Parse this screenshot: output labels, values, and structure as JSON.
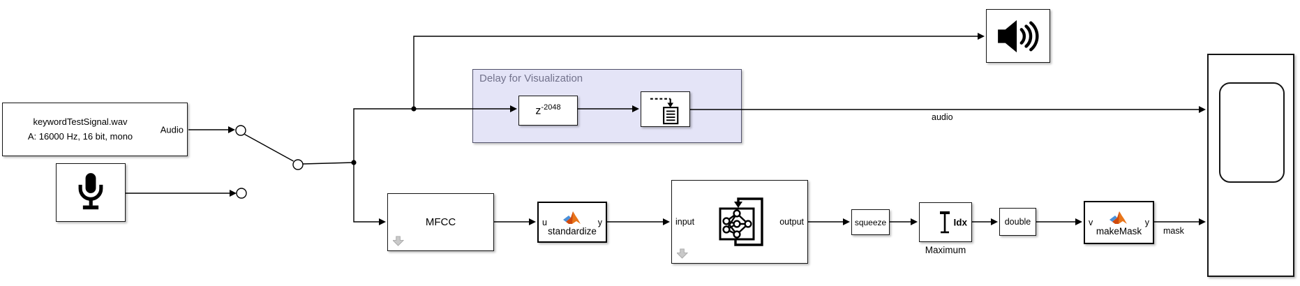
{
  "colors": {
    "background": "#ffffff",
    "wire": "#000000",
    "block_border": "#141414",
    "block_fill": "#ffffff",
    "area_fill": "#e4e4f7",
    "area_border": "#50506a",
    "area_label_text": "#72728c",
    "badge_gray": "#c9c9c9",
    "matlab_orange": "#e8751a",
    "matlab_dark_orange": "#cf4a0e",
    "matlab_blue": "#4a90d9"
  },
  "blocks": {
    "audio_file_source": {
      "title_line1": "keywordTestSignal.wav",
      "title_line2": "A: 16000 Hz, 16 bit, mono",
      "port_out": "Audio"
    },
    "microphone": {
      "icon": "microphone-icon"
    },
    "manual_switch": {
      "icon": "manual-switch"
    },
    "delay_area": {
      "label": "Delay for Visualization"
    },
    "delay": {
      "base": "z",
      "exponent": "-2048"
    },
    "record": {
      "icon": "record-to-file-icon"
    },
    "speaker": {
      "icon": "speaker-icon"
    },
    "scope": {
      "icon": "scope-screen"
    },
    "mfcc": {
      "label": "MFCC"
    },
    "standardize": {
      "label": "standardize",
      "port_in": "u",
      "port_out": "y",
      "icon": "matlab-function-icon"
    },
    "network": {
      "port_in": "input",
      "port_out": "output",
      "icon": "neural-network-icon"
    },
    "squeeze": {
      "label": "squeeze"
    },
    "maximum": {
      "port_out": "Idx",
      "caption": "Maximum",
      "icon": "ibeam-icon"
    },
    "double": {
      "label": "double"
    },
    "make_mask": {
      "label": "makeMask",
      "port_in": "v",
      "port_out": "y",
      "icon": "matlab-function-icon"
    }
  },
  "signals": {
    "audio_label": "audio",
    "mask_label": "mask"
  }
}
